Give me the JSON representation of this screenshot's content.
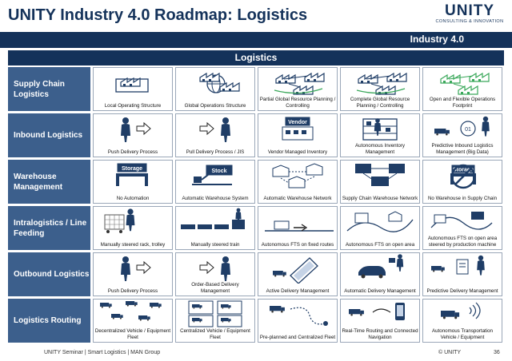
{
  "header": {
    "title": "UNITY Industry 4.0 Roadmap: Logistics",
    "band_label": "Industry 4.0"
  },
  "logo": {
    "name": "UNITY",
    "tagline": "CONSULTING & INNOVATION"
  },
  "section_title": "Logistics",
  "rows": [
    {
      "label": "Supply Chain Logistics",
      "cells": [
        {
          "caption": "Local Operating Structure",
          "icon": "factory-icon"
        },
        {
          "caption": "Global Operations Structure",
          "icon": "globe-icon"
        },
        {
          "caption": "Partial Global Resource Planning / Controlling",
          "icon": "network-icon"
        },
        {
          "caption": "Complete Global Resource Planning / Controlling",
          "icon": "network-icon"
        },
        {
          "caption": "Open and Flexible Operations Footprint",
          "icon": "network-green-icon"
        }
      ]
    },
    {
      "label": "Inbound Logistics",
      "cells": [
        {
          "caption": "Push Delivery Process",
          "icon": "person-arrow-icon"
        },
        {
          "caption": "Pull Delivery Process / JIS",
          "icon": "arrow-person-icon"
        },
        {
          "caption": "Vendor Managed Inventory",
          "icon": "vendor-icon",
          "label": "Vendor"
        },
        {
          "caption": "Autonomous Inventory Management",
          "icon": "shelves-icon"
        },
        {
          "caption": "Predictive Inbound Logistics Management (Big Data)",
          "icon": "bigdata-icon"
        }
      ]
    },
    {
      "label": "Warehouse Management",
      "cells": [
        {
          "caption": "No Automation",
          "icon": "storage-icon",
          "label": "Storage"
        },
        {
          "caption": "Automatic Warehouse System",
          "icon": "stock-icon",
          "label": "Stock"
        },
        {
          "caption": "Automatic Warehouse Network",
          "icon": "warehouse-network-icon"
        },
        {
          "caption": "Supply Chain Warehouse Network",
          "icon": "chain-network-icon"
        },
        {
          "caption": "No Warehouse in Supply Chain",
          "icon": "no-storage-icon",
          "label": "Storage"
        }
      ]
    },
    {
      "label": "Intralogistics / Line Feeding",
      "cells": [
        {
          "caption": "Manually steered rack, trolley",
          "icon": "trolley-icon"
        },
        {
          "caption": "Manually  steered train",
          "icon": "train-icon"
        },
        {
          "caption": "Autonomous FTS on fixed routes",
          "icon": "fts-fixed-icon"
        },
        {
          "caption": "Autonomous FTS on open area",
          "icon": "fts-open-icon"
        },
        {
          "caption": "Autonomous FTS on open area steered by production machine",
          "icon": "fts-machine-icon"
        }
      ]
    },
    {
      "label": "Outbound Logistics",
      "cells": [
        {
          "caption": "Push Delivery Process",
          "icon": "person-arrow-icon"
        },
        {
          "caption": "Order-Based Delivery Management",
          "icon": "arrow-person-icon"
        },
        {
          "caption": "Active Delivery Management",
          "icon": "tablet-icon"
        },
        {
          "caption": "Automatic Delivery Management",
          "icon": "car-icon"
        },
        {
          "caption": "Predictive Delivery Management",
          "icon": "predictive-icon"
        }
      ]
    },
    {
      "label": "Logistics Routing",
      "cells": [
        {
          "caption": "Decentralized Vehicle / Equipment Fleet",
          "icon": "trucks-icon"
        },
        {
          "caption": "Centralized Vehicle / Equipment Fleet",
          "icon": "fleet-boxes-icon"
        },
        {
          "caption": "Pre-planned and Centralized Fleet",
          "icon": "truck-route-icon"
        },
        {
          "caption": "Real-Time Routing and Connected Navigation",
          "icon": "phone-truck-icon"
        },
        {
          "caption": "Autonomous Transportation Vehicle / Equipment",
          "icon": "autonomous-truck-icon"
        }
      ]
    }
  ],
  "footer": {
    "text": "UNITY Seminar | Smart Logistics | MAN Group",
    "copyright": "© UNITY",
    "page": "36"
  },
  "colors": {
    "navy": "#14325a",
    "row_header": "#3c5f8c",
    "icon_blue": "#1f3d66",
    "green": "#3aa85a"
  }
}
